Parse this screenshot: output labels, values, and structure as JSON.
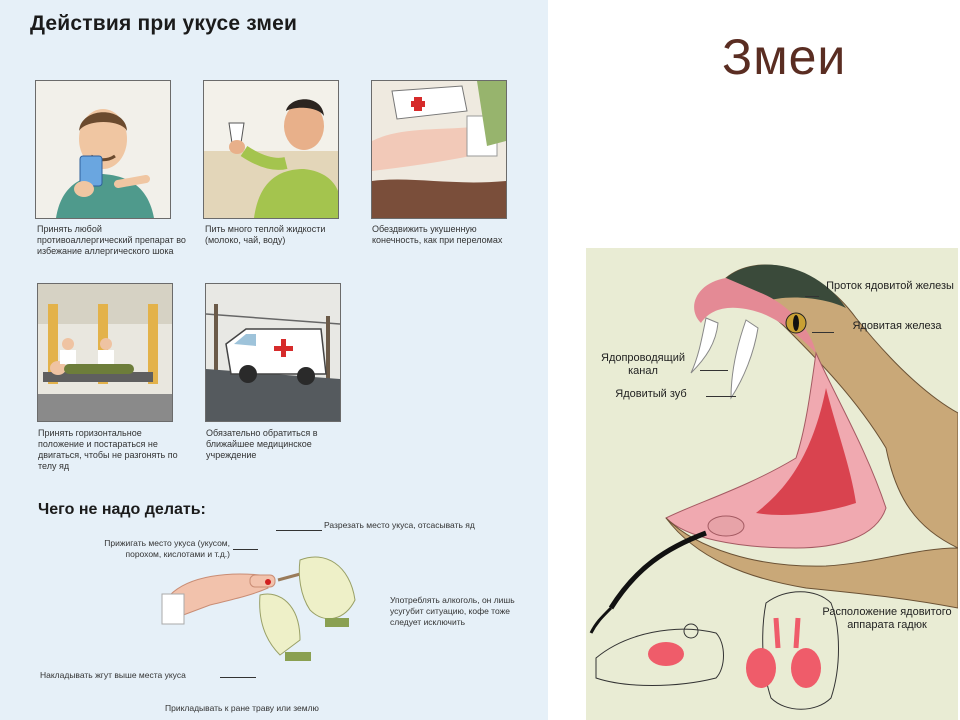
{
  "left": {
    "title": "Действия при укусе змеи",
    "captions": [
      "Принять любой противоаллергический препарат во избежание аллергического шока",
      "Пить много теплой жидкости (молоко, чай, воду)",
      "Обездвижить укушенную конечность, как при переломах",
      "Принять горизонтальное положение и постараться не двигаться, чтобы не разгонять по телу яд",
      "Обязательно обратиться в ближайшее медицинское учреждение"
    ],
    "subtitle": "Чего не надо делать:",
    "donts": {
      "cauterize": "Прижигать место укуса (укусом, порохом, кислотами и т.д.)",
      "cut": "Разрезать место укуса, отсасывать яд",
      "alcohol": "Употреблять алкоголь, он лишь усугубит ситуацию, кофе тоже следует исключить",
      "tourniquet": "Накладывать жгут выше места укуса",
      "dirt": "Прикладывать к ране траву или землю"
    }
  },
  "right": {
    "title": "Змеи",
    "labels": {
      "duct": "Проток ядовитой железы",
      "gland": "Ядовитая железа",
      "canal": "Ядопроводящий канал",
      "fang": "Ядовитый зуб",
      "location": "Расположение ядовитого аппарата гадюк"
    }
  }
}
